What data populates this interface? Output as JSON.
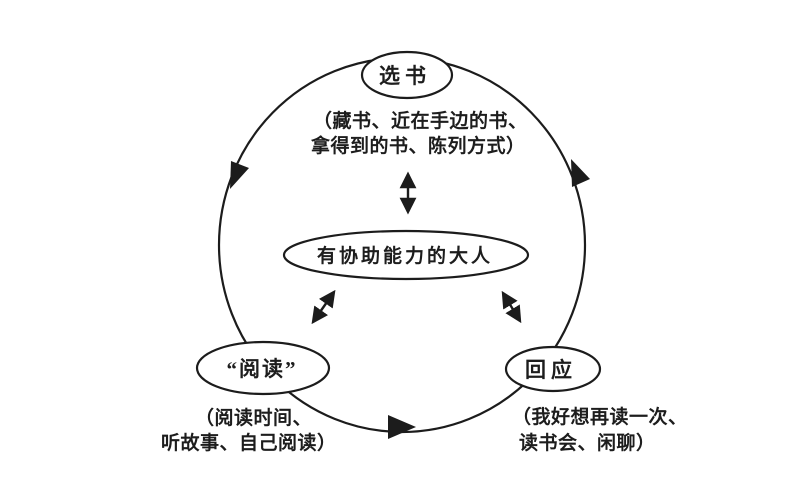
{
  "colors": {
    "line": "#1c1c1c",
    "text": "#1d1d1d",
    "node_fill": "#ffffff",
    "background": "#ffffff"
  },
  "nodes": {
    "top": {
      "label": "选书"
    },
    "center": {
      "label": "有协助能力的大人"
    },
    "bottom_left": {
      "label": "“阅读”"
    },
    "bottom_right": {
      "label": "回应"
    }
  },
  "annotations": {
    "top": {
      "line1": "（藏书、近在手边的书、",
      "line2": "拿得到的书、陈列方式）"
    },
    "bottom_left": {
      "line1": "（阅读时间、",
      "line2": "听故事、自己阅读）"
    },
    "bottom_right": {
      "line1": "（我好想再读一次、",
      "line2": "读书会、闲聊）"
    }
  }
}
